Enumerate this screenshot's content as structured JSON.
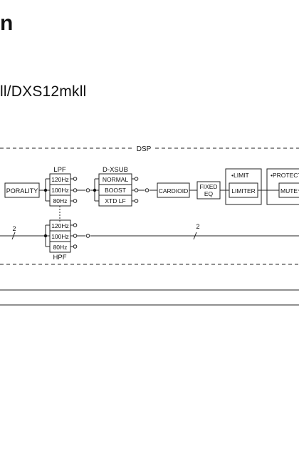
{
  "header": {
    "heading_fragment": "n",
    "model_title": "ll/DXS12mkll"
  },
  "diagram": {
    "dsp_label": "DSP",
    "polarity_label": "PORALITY",
    "lpf": {
      "title": "LPF",
      "options": [
        "120Hz",
        "100Hz",
        "80Hz"
      ]
    },
    "hpf": {
      "title": "HPF",
      "options": [
        "120Hz",
        "100Hz",
        "80Hz"
      ]
    },
    "xsub": {
      "title": "D-XSUB",
      "options": [
        "NORMAL",
        "BOOST",
        "XTD LF"
      ]
    },
    "cardioid_label": "CARDIOID",
    "fixed_eq_line1": "FIXED",
    "fixed_eq_line2": "EQ",
    "limit_indicator": "•LIMIT",
    "limiter_label": "LIMITER",
    "protect_indicator": "•PROTECT",
    "mute_label": "MUTE",
    "channel_count_left": "2",
    "channel_count_right": "2"
  }
}
